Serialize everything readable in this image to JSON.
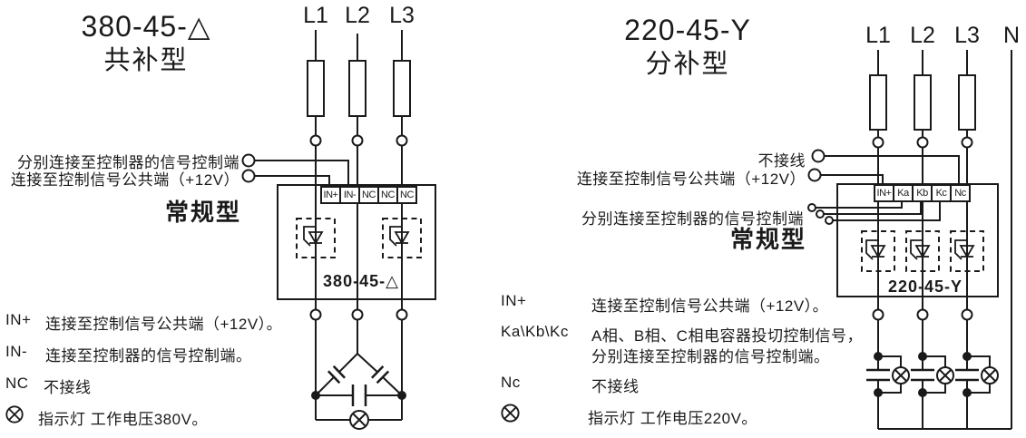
{
  "ink": "#1a1a1a",
  "left_diagram": {
    "title_model": "380-45-△",
    "title_type": "共补型",
    "phase_labels": [
      "L1",
      "L2",
      "L3"
    ],
    "callout_signal": "分别连接至控制器的信号控制端",
    "callout_common": "连接至控制信号公共端（+12V）",
    "regular_type": "常规型",
    "terminals": [
      "IN+",
      "IN-",
      "NC",
      "NC",
      "NC"
    ],
    "device_label": "380-45-△",
    "legend": [
      {
        "term": "IN+",
        "desc": "连接至控制信号公共端（+12V）。"
      },
      {
        "term": "IN-",
        "desc": "连接至控制器的信号控制端。"
      },
      {
        "term": "NC",
        "desc": "不接线"
      },
      {
        "term": "indicator-lamp",
        "desc": "指示灯 工作电压380V。"
      }
    ]
  },
  "right_diagram": {
    "title_model": "220-45-Y",
    "title_type": "分补型",
    "phase_labels": [
      "L1",
      "L2",
      "L3",
      "N"
    ],
    "callout_nc": "不接线",
    "callout_common": "连接至控制信号公共端（+12V）",
    "callout_signal": "分别连接至控制器的信号控制端",
    "regular_type": "常规型",
    "terminals": [
      "IN+",
      "Ka",
      "Kb",
      "Kc",
      "Nc"
    ],
    "device_label": "220-45-Y",
    "legend": [
      {
        "term": "IN+",
        "desc": "连接至控制信号公共端（+12V）。"
      },
      {
        "term": "Ka\\Kb\\Kc",
        "desc": "A相、B相、C相电容器投切控制信号，",
        "desc2": "分别连接至控制器的信号控制端。"
      },
      {
        "term": "Nc",
        "desc": "不接线"
      },
      {
        "term": "indicator-lamp",
        "desc": "指示灯 工作电压220V。"
      }
    ]
  }
}
